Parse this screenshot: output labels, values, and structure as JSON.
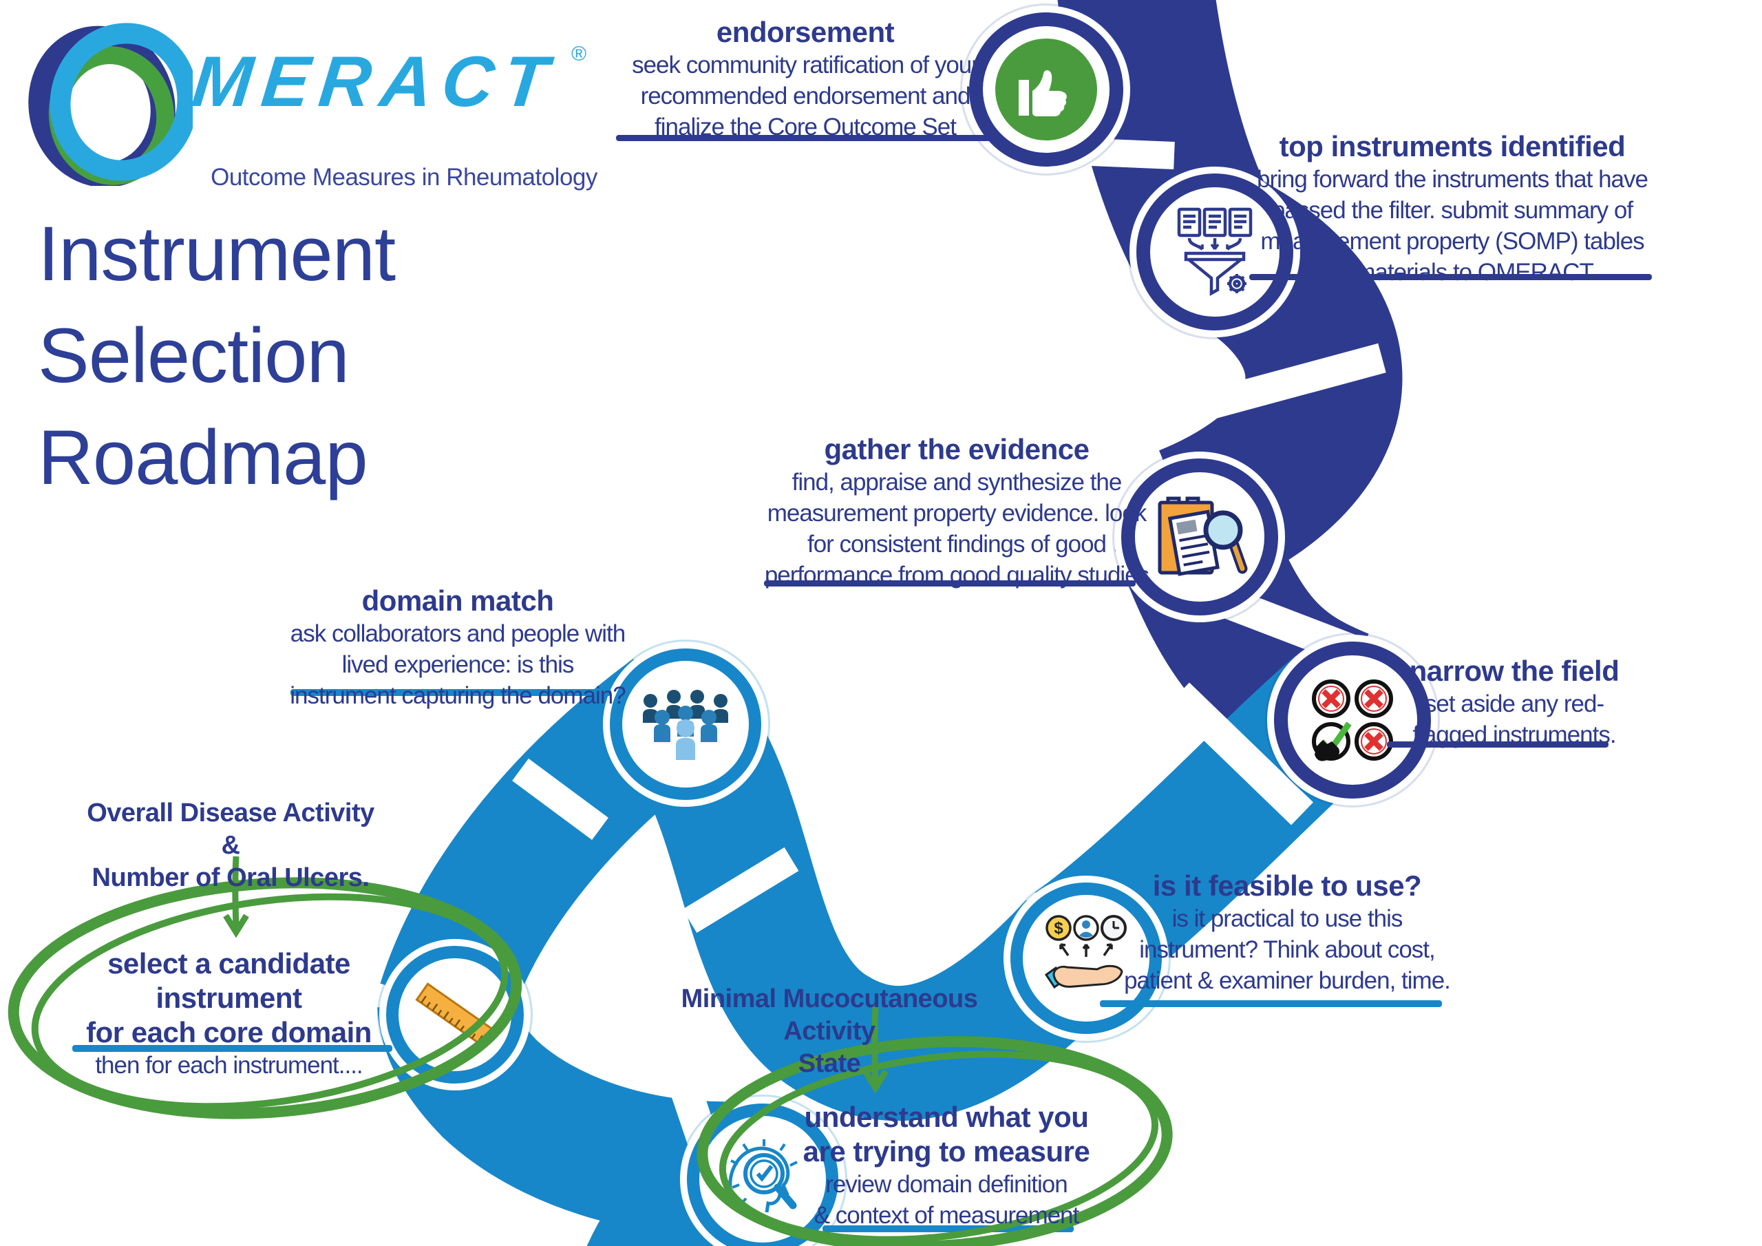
{
  "logo": {
    "brand": "MERACT",
    "registered": "®",
    "tagline": "Outcome Measures in Rheumatology"
  },
  "page_title": {
    "lines": [
      "Instrument",
      "Selection",
      "Roadmap"
    ]
  },
  "colors": {
    "dark_blue_road": "#2e3a8e",
    "light_blue_road": "#1787c9",
    "logo_blue": "#29a8e0",
    "text_navy": "#2d3a8d",
    "green": "#4a9b3d",
    "orange": "#f2a33c",
    "red": "#e03131"
  },
  "steps": [
    {
      "id": "endorsement",
      "icon": "thumbs-up-icon",
      "accent": "dark",
      "title_lines": [
        "endorsement"
      ],
      "lines": [
        "seek community ratification of your",
        "recommended endorsement and",
        "finalize the Core Outcome Set"
      ]
    },
    {
      "id": "top-instruments",
      "icon": "funnel-documents-icon",
      "accent": "dark",
      "title_lines": [
        "top instruments identified"
      ],
      "lines": [
        "bring forward the instruments that have",
        "passed the filter. submit summary of",
        "measurement property (SOMP) tables",
        "and materials to OMERACT"
      ]
    },
    {
      "id": "gather-evidence",
      "icon": "document-magnifier-icon",
      "accent": "dark",
      "title_lines": [
        "gather the evidence"
      ],
      "lines": [
        "find, appraise and synthesize the",
        "measurement property evidence. look",
        "for consistent findings of good",
        "performance from good quality studies"
      ]
    },
    {
      "id": "domain-match",
      "icon": "people-group-icon",
      "accent": "light",
      "title_lines": [
        "domain match"
      ],
      "lines": [
        "ask collaborators and people with",
        "lived experience: is this",
        "instrument capturing the domain?"
      ]
    },
    {
      "id": "narrow-field",
      "icon": "red-cross-check-icon",
      "accent": "dark",
      "title_lines": [
        "narrow the field"
      ],
      "lines": [
        "set aside any red-",
        "flagged instruments."
      ]
    },
    {
      "id": "feasible",
      "icon": "hand-offering-icon",
      "accent": "light",
      "title_lines": [
        "is it feasible to use?"
      ],
      "lines": [
        "is it practical to use this",
        "instrument? Think about cost,",
        "patient & examiner burden, time."
      ]
    },
    {
      "id": "select-candidate",
      "icon": "ruler-icon",
      "accent": "light",
      "title_lines": [
        "select a candidate instrument",
        "for each core domain"
      ],
      "lines": [
        "then for each instrument...."
      ]
    },
    {
      "id": "understand",
      "icon": "head-magnifier-icon",
      "accent": "light",
      "title_lines": [
        "understand what you",
        "are trying to measure"
      ],
      "lines": [
        "review domain definition",
        "& context of measurement"
      ]
    }
  ],
  "annotations": [
    {
      "id": "core-domains-example",
      "lines": [
        "Overall Disease Activity &",
        "Number of Oral Ulcers."
      ]
    },
    {
      "id": "target-state-example",
      "lines": [
        "Minimal Mucocutaneous Activity",
        "State"
      ]
    }
  ]
}
